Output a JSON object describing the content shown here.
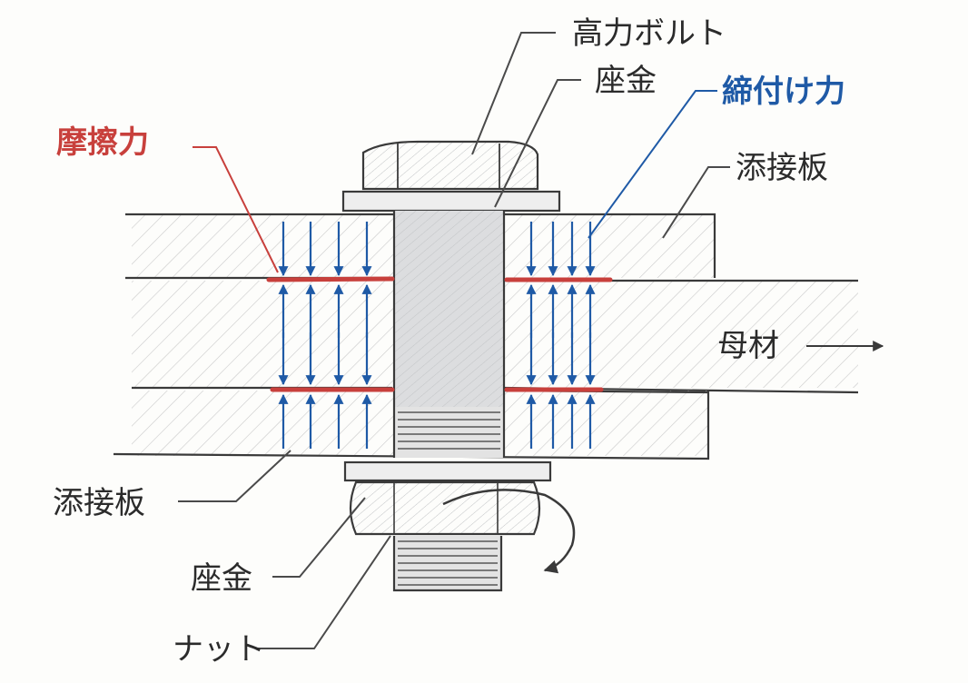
{
  "labels": {
    "bolt": "高力ボルト",
    "washer_top": "座金",
    "clamping_force": "締付け力",
    "friction_force": "摩擦力",
    "splice_plate_top": "添接板",
    "base_material": "母材",
    "splice_plate_bottom": "添接板",
    "washer_bottom": "座金",
    "nut": "ナット"
  },
  "colors": {
    "friction": "#c8403c",
    "clamping": "#1f5aa6",
    "pencil": "#3a3a3a",
    "bolt_fill": "#d9dadb",
    "paper": "#fdfdfb"
  }
}
